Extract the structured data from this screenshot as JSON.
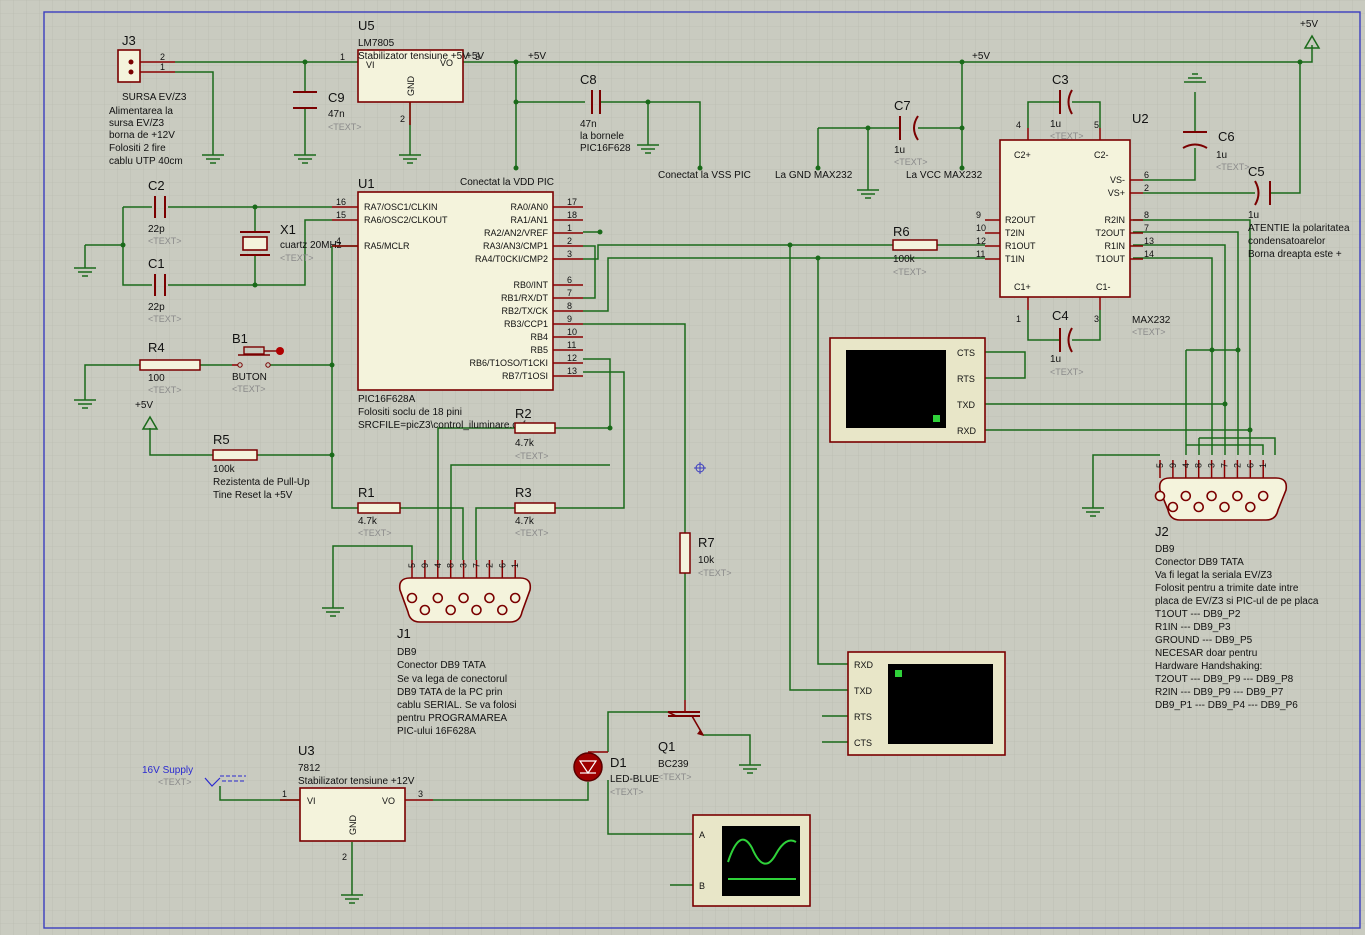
{
  "supply_labels": {
    "top_right": "+5V",
    "net1": "+5V",
    "net2": "+5V",
    "r5_supply": "+5V",
    "u5_out": "+5V"
  },
  "u5": {
    "ref": "U5",
    "part": "LM7805",
    "desc": "Stabilizator tensiune +5V",
    "vi": "VI",
    "vo": "VO",
    "gnd": "GND",
    "p1": "1",
    "p2": "2",
    "p3": "3"
  },
  "j3": {
    "ref": "J3",
    "p1": "1",
    "p2": "2",
    "note": [
      "SURSA EV/Z3",
      "Alimentarea la",
      "sursa EV/Z3",
      "borna de +12V",
      "Folositi 2 fire",
      "cablu UTP 40cm"
    ]
  },
  "c9": {
    "ref": "C9",
    "val": "47n",
    "ph": "<TEXT>"
  },
  "c8": {
    "ref": "C8",
    "val": "47n",
    "note": [
      "la bornele",
      "PIC16F628"
    ]
  },
  "net_notes": {
    "vdd": "Conectat la VDD PIC",
    "vss": "Conectat la VSS PIC",
    "gnd_max": "La GND MAX232",
    "vcc_max": "La VCC MAX232"
  },
  "c2": {
    "ref": "C2",
    "val": "22p",
    "ph": "<TEXT>"
  },
  "c1": {
    "ref": "C1",
    "val": "22p",
    "ph": "<TEXT>"
  },
  "x1": {
    "ref": "X1",
    "val": "cuartz 20MHz",
    "ph": "<TEXT>"
  },
  "u1": {
    "ref": "U1",
    "part": "PIC16F628A",
    "note": [
      "Folositi soclu de 18 pini",
      "SRCFILE=picZ3\\control_iluminare.cof"
    ],
    "left": [
      {
        "n": "16",
        "l": "RA7/OSC1/CLKIN"
      },
      {
        "n": "15",
        "l": "RA6/OSC2/CLKOUT"
      },
      {
        "n": "4",
        "l": "RA5/MCLR"
      }
    ],
    "right": [
      {
        "n": "17",
        "l": "RA0/AN0"
      },
      {
        "n": "18",
        "l": "RA1/AN1"
      },
      {
        "n": "1",
        "l": "RA2/AN2/VREF"
      },
      {
        "n": "2",
        "l": "RA3/AN3/CMP1"
      },
      {
        "n": "3",
        "l": "RA4/T0CKI/CMP2"
      },
      {
        "n": "6",
        "l": "RB0/INT"
      },
      {
        "n": "7",
        "l": "RB1/RX/DT"
      },
      {
        "n": "8",
        "l": "RB2/TX/CK"
      },
      {
        "n": "9",
        "l": "RB3/CCP1"
      },
      {
        "n": "10",
        "l": "RB4"
      },
      {
        "n": "11",
        "l": "RB5"
      },
      {
        "n": "12",
        "l": "RB6/T1OSO/T1CKI"
      },
      {
        "n": "13",
        "l": "RB7/T1OSI"
      }
    ]
  },
  "b1": {
    "ref": "B1",
    "val": "BUTON",
    "ph": "<TEXT>"
  },
  "r4": {
    "ref": "R4",
    "val": "100",
    "ph": "<TEXT>"
  },
  "r5": {
    "ref": "R5",
    "val": "100k",
    "note": [
      "Rezistenta de Pull-Up",
      "Tine Reset la +5V"
    ]
  },
  "r1": {
    "ref": "R1",
    "val": "4.7k",
    "ph": "<TEXT>"
  },
  "r2": {
    "ref": "R2",
    "val": "4.7k",
    "ph": "<TEXT>"
  },
  "r3": {
    "ref": "R3",
    "val": "4.7k",
    "ph": "<TEXT>"
  },
  "r6": {
    "ref": "R6",
    "val": "100k",
    "ph": "<TEXT>"
  },
  "r7": {
    "ref": "R7",
    "val": "10k",
    "ph": "<TEXT>"
  },
  "c7": {
    "ref": "C7",
    "val": "1u",
    "ph": "<TEXT>"
  },
  "c3": {
    "ref": "C3",
    "val": "1u",
    "ph": "<TEXT>"
  },
  "c4": {
    "ref": "C4",
    "val": "1u",
    "ph": "<TEXT>"
  },
  "c6": {
    "ref": "C6",
    "val": "1u",
    "ph": "<TEXT>"
  },
  "c5": {
    "ref": "C5",
    "val": "1u",
    "note": [
      "ATENTIE la polaritatea",
      "condensatoarelor",
      "Borna dreapta este +"
    ]
  },
  "u2": {
    "ref": "U2",
    "part": "MAX232",
    "ph": "<TEXT>",
    "top": {
      "c1p": "C2+",
      "c2m": "C2-",
      "p4": "4",
      "p5": "5"
    },
    "bottom": {
      "c1p": "C1+",
      "c1m": "C1-",
      "p1": "1",
      "p3": "3"
    },
    "left": [
      {
        "n": "9",
        "l": "R2OUT"
      },
      {
        "n": "10",
        "l": "T2IN"
      },
      {
        "n": "12",
        "l": "R1OUT"
      },
      {
        "n": "11",
        "l": "T1IN"
      }
    ],
    "right": [
      {
        "n": "6",
        "l": "VS-"
      },
      {
        "n": "2",
        "l": "VS+"
      },
      {
        "n": "8",
        "l": "R2IN"
      },
      {
        "n": "7",
        "l": "T2OUT"
      },
      {
        "n": "13",
        "l": "R1IN"
      },
      {
        "n": "14",
        "l": "T1OUT"
      }
    ]
  },
  "j1": {
    "ref": "J1",
    "part": "DB9",
    "pins": [
      "5",
      "9",
      "4",
      "8",
      "3",
      "7",
      "2",
      "6",
      "1"
    ],
    "note": [
      "Conector DB9 TATA",
      "Se va lega de conectorul",
      "DB9 TATA de la PC prin",
      "cablu SERIAL. Se va folosi",
      "pentru PROGRAMAREA",
      "PIC-ului 16F628A"
    ]
  },
  "j2": {
    "ref": "J2",
    "part": "DB9",
    "pins": [
      "5",
      "9",
      "4",
      "8",
      "3",
      "7",
      "2",
      "6",
      "1"
    ],
    "note": [
      "Conector DB9 TATA",
      "Va fi legat la seriala EV/Z3",
      "Folosit pentru a trimite date intre",
      "placa de EV/Z3 si PIC-ul de pe placa",
      "T1OUT --- DB9_P2",
      "R1IN --- DB9_P3",
      "GROUND --- DB9_P5",
      "NECESAR doar pentru",
      "Hardware Handshaking:",
      "T2OUT --- DB9_P9 --- DB9_P8",
      "R2IN --- DB9_P9 --- DB9_P7",
      "DB9_P1 --- DB9_P4 --- DB9_P6"
    ]
  },
  "term1": {
    "cts": "CTS",
    "rts": "RTS",
    "txd": "TXD",
    "rxd": "RXD"
  },
  "term2": {
    "rxd": "RXD",
    "txd": "TXD",
    "rts": "RTS",
    "cts": "CTS"
  },
  "q1": {
    "ref": "Q1",
    "val": "BC239",
    "ph": "<TEXT>"
  },
  "d1": {
    "ref": "D1",
    "val": "LED-BLUE",
    "ph": "<TEXT>"
  },
  "u3": {
    "ref": "U3",
    "part": "7812",
    "desc": "Stabilizator tensiune +12V",
    "vi": "VI",
    "vo": "VO",
    "gnd": "GND",
    "p1": "1",
    "p2": "2",
    "p3": "3"
  },
  "supply16": {
    "label": "16V Supply",
    "ph": "<TEXT>"
  },
  "scope": {
    "a": "A",
    "b": "B"
  },
  "colors": {
    "wire": "#1a6a1a",
    "component": "#7a0000",
    "body": "#f4f3dc",
    "screen": "#000000",
    "trace": "#2fd23a",
    "grid": "#c9cbc0"
  }
}
